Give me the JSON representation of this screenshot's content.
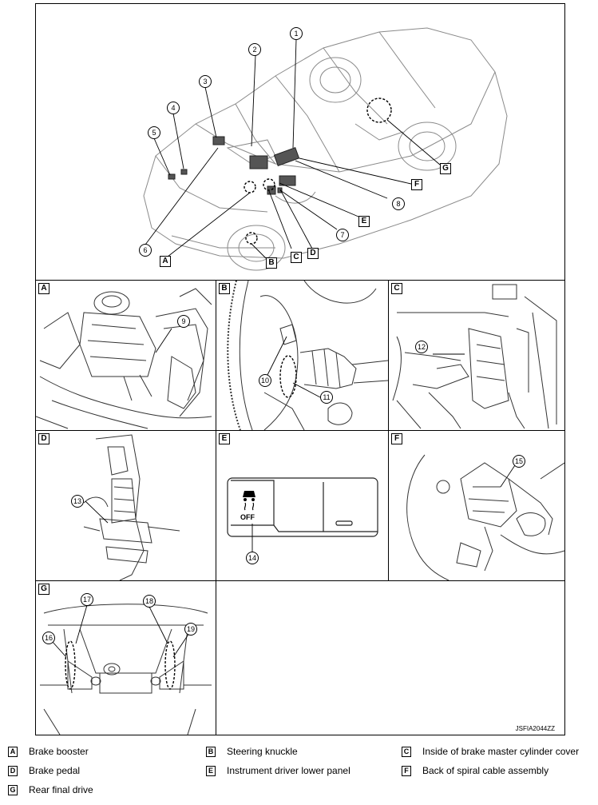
{
  "callouts": {
    "n1": "1",
    "n2": "2",
    "n3": "3",
    "n4": "4",
    "n5": "5",
    "n6": "6",
    "n7": "7",
    "n8": "8",
    "n9": "9",
    "n10": "10",
    "n11": "11",
    "n12": "12",
    "n13": "13",
    "n14": "14",
    "n15": "15",
    "n16": "16",
    "n17": "17",
    "n18": "18",
    "n19": "19"
  },
  "letters": {
    "A": "A",
    "B": "B",
    "C": "C",
    "D": "D",
    "E": "E",
    "F": "F",
    "G": "G"
  },
  "switch_text": "OFF",
  "image_code": "JSFIA2044ZZ",
  "legend": [
    {
      "letter": "A",
      "text": "Brake booster"
    },
    {
      "letter": "B",
      "text": "Steering knuckle"
    },
    {
      "letter": "C",
      "text": "Inside of brake master cylinder cover"
    },
    {
      "letter": "D",
      "text": "Brake pedal"
    },
    {
      "letter": "E",
      "text": "Instrument driver lower panel"
    },
    {
      "letter": "F",
      "text": "Back of spiral cable assembly"
    },
    {
      "letter": "G",
      "text": "Rear final drive"
    }
  ]
}
